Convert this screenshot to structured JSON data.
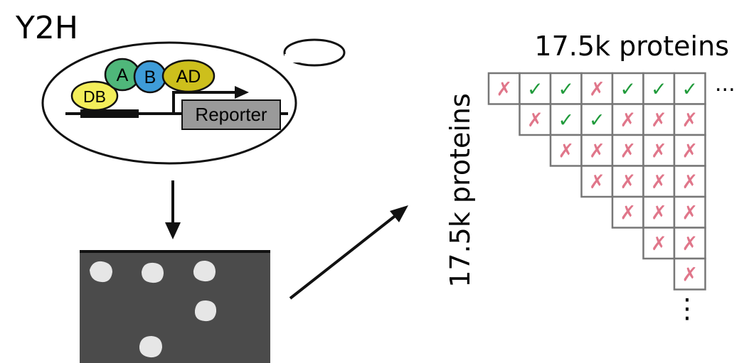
{
  "labels": {
    "y2h": "Y2H",
    "top_proteins": "17.5k proteins",
    "side_proteins": "17.5k proteins",
    "more_right": "...",
    "more_down": "⋮"
  },
  "cell": {
    "proteins": {
      "db": "DB",
      "a": "A",
      "b": "B",
      "ad": "AD"
    },
    "reporter": "Reporter"
  },
  "colors": {
    "db": "#f3ee5a",
    "a": "#4fb77a",
    "b": "#3e9cd8",
    "ad": "#cdbf1c",
    "plate": "#4b4b4b",
    "colony": "#e6e6e6",
    "reporter_box": "#9a9a9a",
    "interaction": "#1f9a3a",
    "no_interaction": "#e0768a"
  },
  "matrix": {
    "rows": [
      [
        "x",
        "v",
        "v",
        "x",
        "v",
        "v",
        "v"
      ],
      [
        "x",
        "v",
        "v",
        "x",
        "x",
        "x"
      ],
      [
        "x",
        "x",
        "x",
        "x",
        "x"
      ],
      [
        "x",
        "x",
        "x",
        "x"
      ],
      [
        "x",
        "x",
        "x"
      ],
      [
        "x",
        "x"
      ],
      [
        "x"
      ]
    ],
    "symbols": {
      "v": "✓",
      "x": "✗"
    }
  }
}
